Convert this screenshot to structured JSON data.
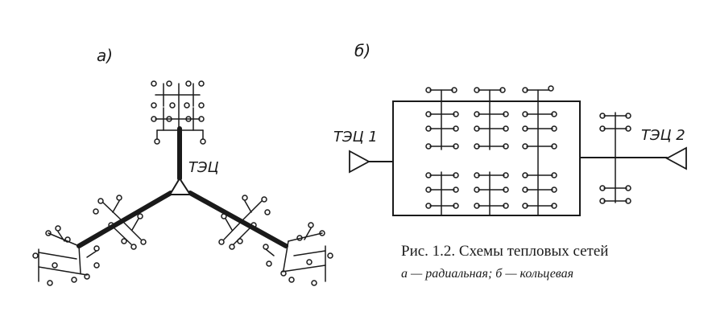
{
  "panel_a": {
    "letter": "а)",
    "source_label": "ТЭЦ"
  },
  "panel_b": {
    "letter": "б)",
    "source_left_label": "ТЭЦ 1",
    "source_right_label": "ТЭЦ 2"
  },
  "caption": {
    "title": "Рис. 1.2. Схемы тепловых сетей",
    "legend": "а — радиальная;   б — кольцевая"
  },
  "colors": {
    "ink": "#1a1a1a",
    "background": "#ffffff"
  }
}
